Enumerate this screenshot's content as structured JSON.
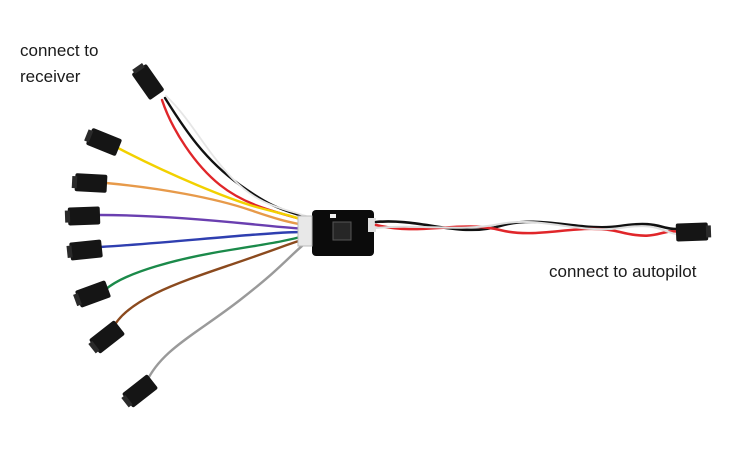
{
  "labels": {
    "receiver_line1": "connect to",
    "receiver_line2": "receiver",
    "autopilot": "connect to autopilot"
  },
  "colors": {
    "background": "#ffffff",
    "connector": "#151515",
    "board": "#0b0b0b",
    "wire_black": "#111111",
    "wire_red": "#e0262a",
    "wire_yellow": "#f2d100",
    "wire_orange": "#e79a4a",
    "wire_violet": "#6a3fb0",
    "wire_blue": "#2f3fb0",
    "wire_green": "#1b8a4a",
    "wire_brown": "#8b4a1e",
    "wire_gray": "#9a9a9a",
    "wire_white": "#f4f4f4"
  }
}
